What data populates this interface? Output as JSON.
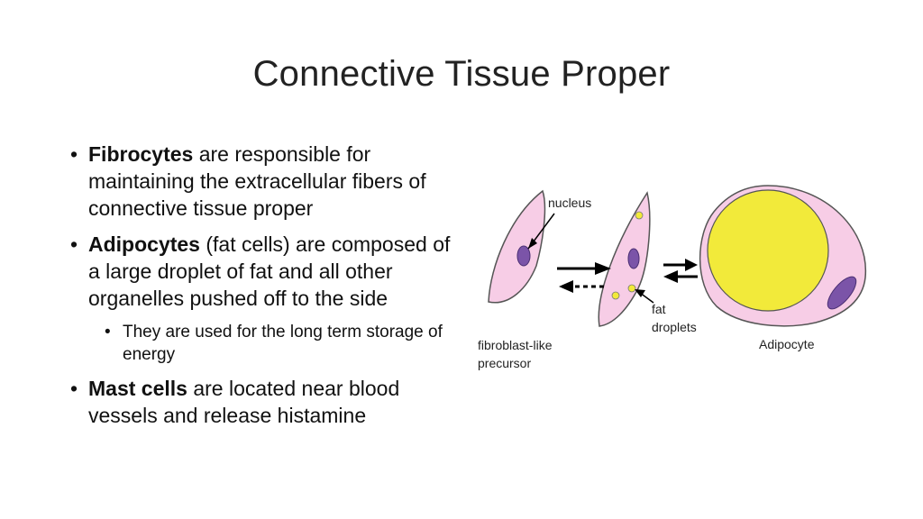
{
  "slide": {
    "title": "Connective Tissue Proper",
    "bullets": [
      {
        "term": "Fibrocytes",
        "text": " are responsible for maintaining the extracellular fibers of connective tissue proper"
      },
      {
        "term": "Adipocytes",
        "text": " (fat cells) are composed of a large droplet of fat and all other organelles pushed off to the side"
      },
      {
        "sub": "They are used for the long term storage of energy"
      },
      {
        "term": "Mast cells",
        "text": " are located near blood vessels and release histamine"
      }
    ]
  },
  "figure": {
    "labels": {
      "nucleus": "nucleus",
      "fat": "fat",
      "droplets": "droplets",
      "precursor_line1": "fibroblast-like",
      "precursor_line2": "precursor",
      "adipocyte": "Adipocyte"
    },
    "colors": {
      "cell_fill": "#f7cde6",
      "cell_stroke": "#555555",
      "nucleus": "#7b54a8",
      "fat": "#f2ea3a"
    }
  }
}
